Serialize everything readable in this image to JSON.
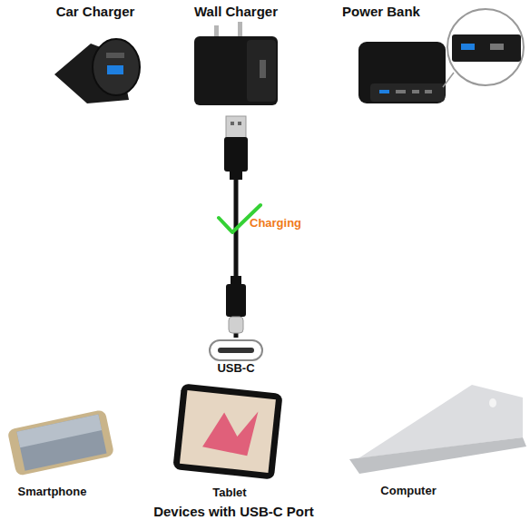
{
  "diagram": {
    "caption": "Devices with USB-C Port",
    "nodes": [
      {
        "text": [
          "Car Charger"
        ]
      },
      {
        "text": [
          "Wall Charger"
        ]
      },
      {
        "text": [
          "Power Bank"
        ]
      },
      {
        "text": [
          "USB-C"
        ]
      },
      {
        "text": [
          "Smartphone"
        ]
      },
      {
        "text": [
          "Tablet"
        ]
      },
      {
        "text": [
          "Computer"
        ]
      }
    ],
    "edges": [
      {
        "from": 1,
        "to": 3,
        "label": "Charging",
        "arrow": "none"
      }
    ]
  }
}
